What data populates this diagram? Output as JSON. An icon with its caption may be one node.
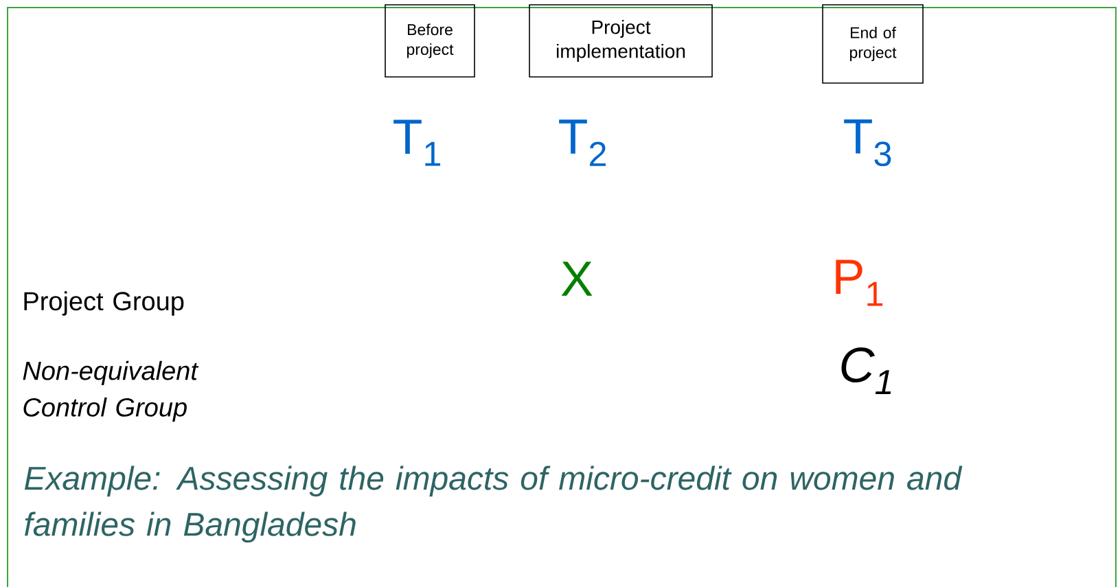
{
  "diagram": {
    "nodes": [
      {
        "text": [
          "Before project"
        ]
      },
      {
        "text": [
          "Project implementation"
        ]
      },
      {
        "text": [
          "End of project"
        ]
      }
    ],
    "labels": [
      "T$_{1}$",
      "T$_{2}$",
      "T$_{3}$",
      "Project Group",
      "X",
      "P$_{1}$",
      "Non-equivalent Control Group",
      "C$_{1}$",
      "Example: Assessing the impacts of micro-credit on women and families in Bangladesh"
    ]
  }
}
